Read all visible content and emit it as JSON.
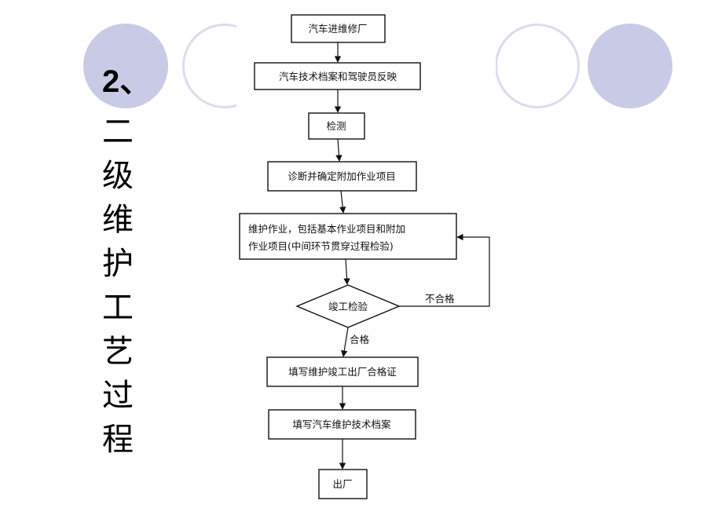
{
  "slide": {
    "title_number": "2、",
    "title_chars": [
      "二",
      "级",
      "维",
      "护",
      "工",
      "艺",
      "过",
      "程"
    ]
  },
  "flow": {
    "enter": "汽车进维修厂",
    "archive": "汽车技术档案和驾驶员反映",
    "inspect": "检测",
    "diagnose": "诊断并确定附加作业项目",
    "maintain_line1": "维护作业，包括基本作业项目和附加",
    "maintain_line2": "作业项目(中间环节贯穿过程检验)",
    "final_check": "竣工检验",
    "fail_label": "不合格",
    "pass_label": "合格",
    "certificate": "填写维护竣工出厂合格证",
    "record": "填写汽车维护技术档案",
    "exit": "出厂"
  },
  "colors": {
    "deco_fill": "#c9cbe6",
    "deco_ring": "#dcdcec"
  }
}
